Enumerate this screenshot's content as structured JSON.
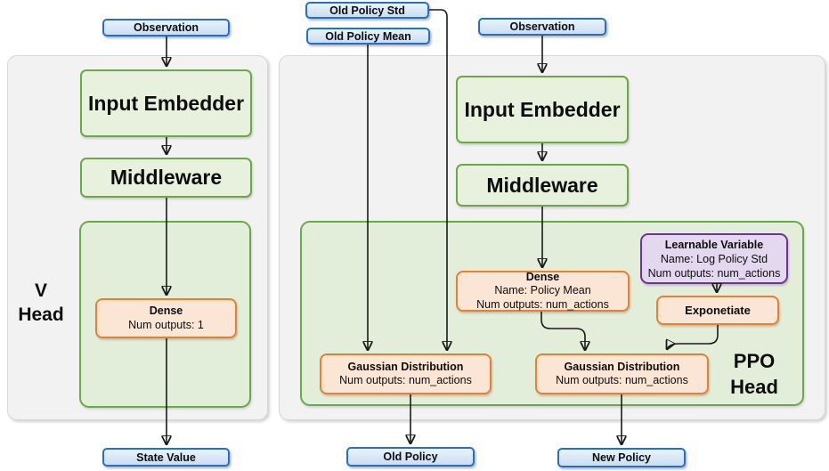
{
  "colors": {
    "blue-border": "#2470c2",
    "green-border": "#6aaa43",
    "orange-border": "#e8802f",
    "purple-border": "#7030a0",
    "panel-fill": "#f2f2f2"
  },
  "io": {
    "observation_left": "Observation",
    "old_policy_std": "Old Policy Std",
    "old_policy_mean": "Old Policy Mean",
    "observation_right": "Observation",
    "state_value": "State Value",
    "old_policy": "Old Policy",
    "new_policy": "New Policy"
  },
  "v_head": {
    "label_line1": "V",
    "label_line2": "Head",
    "input_embedder": "Input Embedder",
    "middleware": "Middleware",
    "dense": {
      "title": "Dense",
      "num_outputs": "Num outputs: 1"
    }
  },
  "ppo_head": {
    "label_line1": "PPO",
    "label_line2": "Head",
    "input_embedder": "Input Embedder",
    "middleware": "Middleware",
    "dense": {
      "title": "Dense",
      "name": "Name: Policy Mean",
      "num_outputs": "Num outputs: num_actions"
    },
    "learnable_variable": {
      "title": "Learnable Variable",
      "name": "Name: Log Policy Std",
      "num_outputs": "Num outputs: num_actions"
    },
    "exponetiate": "Exponetiate",
    "gaussian_old": {
      "title": "Gaussian Distribution",
      "num_outputs": "Num outputs: num_actions"
    },
    "gaussian_new": {
      "title": "Gaussian Distribution",
      "num_outputs": "Num outputs: num_actions"
    }
  }
}
